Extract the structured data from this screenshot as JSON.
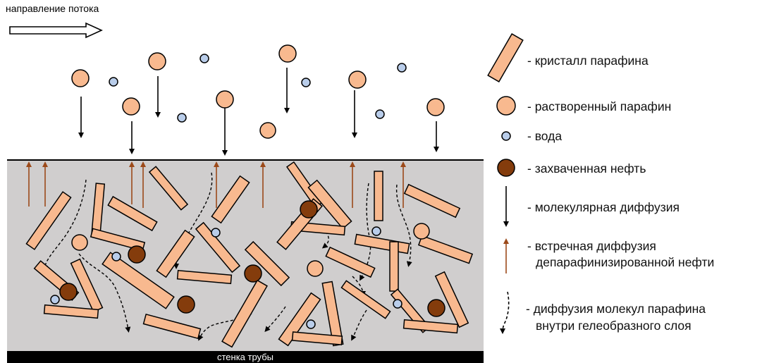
{
  "flow_label": "направление потока",
  "wall_label": "стенка трубы",
  "colors": {
    "crystal": "#f8b98f",
    "dissolved_paraffin": "#f8b98f",
    "water": "#b9cdea",
    "trapped_oil": "#843c0c",
    "counter_diffusion_arrow": "#9c4a1a",
    "gel_layer": "#d0cece",
    "pipe_wall": "#000000"
  },
  "legend": {
    "crystal": "- кристалл парафина",
    "dissolved": "- растворенный парафин",
    "water": "- вода",
    "trapped_oil": "- захваченная нефть",
    "molecular_diffusion": "- молекулярная диффузия",
    "counter_diffusion_line1": "- встречная диффузия",
    "counter_diffusion_line2": "депарафинизированной нефти",
    "paraffin_diffusion_line1": "- диффузия молекул парафина",
    "paraffin_diffusion_line2": "внутри гелеобразного слоя"
  }
}
